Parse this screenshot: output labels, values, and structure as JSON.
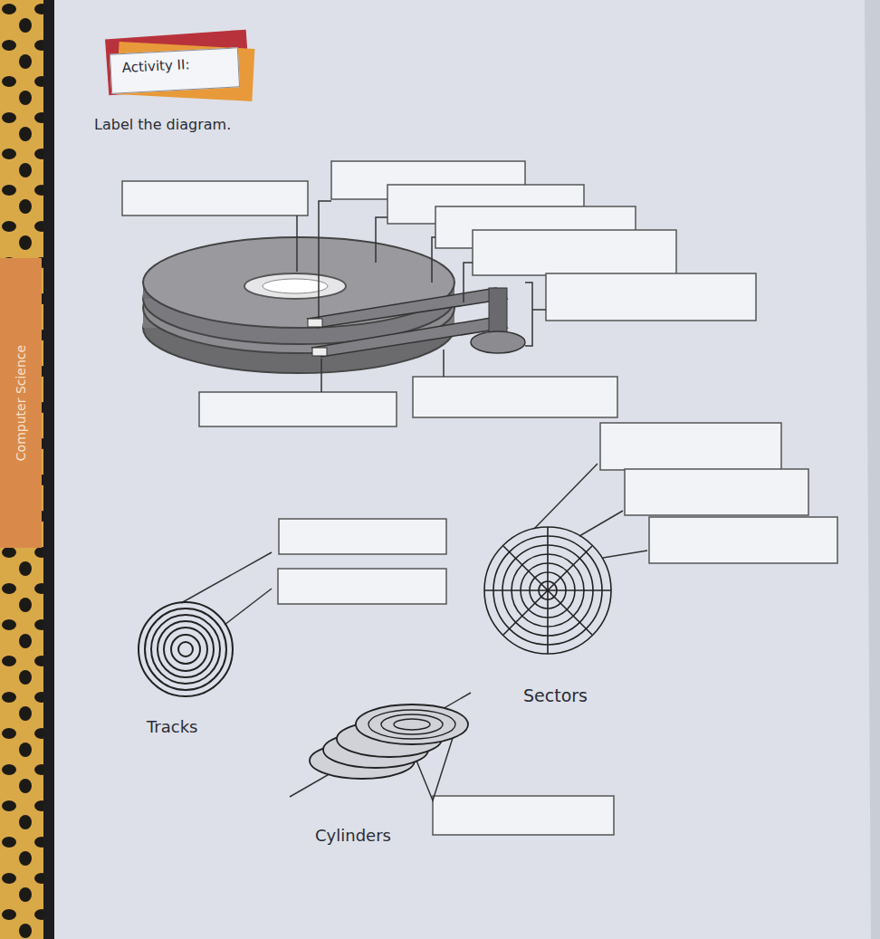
{
  "diagram": {
    "nodes": [
      {
        "text": [
          "Activity II:"
        ]
      }
    ],
    "labels": [
      "Label the diagram.",
      "Tracks",
      "Sectors",
      "Cylinders",
      "Computer Science"
    ]
  }
}
